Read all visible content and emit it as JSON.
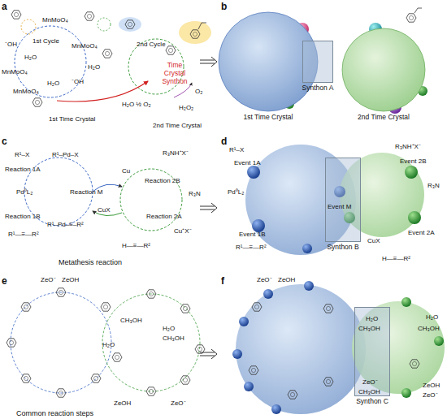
{
  "diagram": {
    "nodes": [
      {
        "text": [
          "1st Time Crystal"
        ]
      },
      {
        "text": [
          "2nd Time Crystal"
        ]
      },
      {
        "text": [
          "Synthon A"
        ]
      },
      {
        "text": [
          "Synthon B"
        ]
      },
      {
        "text": [
          "Synthon C"
        ]
      }
    ],
    "labels": [
      "a",
      "MnMoO₄",
      "1st Cycle",
      "MnMoO₄",
      "⁻OH",
      "H₂O",
      "MnMoO₄",
      "MnMoO₄",
      "H₂O",
      "⁻OH",
      "H₂O",
      "2nd Cycle",
      "Time Crystal Synthon",
      "1st Time Crystal",
      "H₂O ½ O₂",
      "O₂",
      "H₂O₂",
      "2nd Time Crystal",
      "b",
      "c",
      "R¹–X",
      "R¹–Pd–X",
      "Reaction 1A",
      "Pd⁰L₂",
      "Reaction 1B",
      "R¹—≡—R²",
      "Reaction M",
      "R¹–Pd–≡–R²",
      "Cu",
      "R₃NH⁺X⁻",
      "Reaction 2B",
      "R₃N",
      "CuX",
      "Reaction 2A",
      "Cu⁺X⁻",
      "H—≡—R²",
      "Metathesis reaction",
      "d",
      "R¹–X",
      "Event 1A",
      "Pd⁰L₂",
      "Event 1B",
      "R¹—≡—R²",
      "Event M",
      "R₃NH⁺X⁻",
      "Event 2B",
      "R₃N",
      "Event 2A",
      "CuX",
      "H—≡—R²",
      "e",
      "ZeO⁻",
      "ZeOH",
      "CH₃OH",
      "H₂O",
      "H₂O",
      "CH₃OH",
      "ZeOH",
      "ZeO⁻",
      "Common reaction steps",
      "f",
      "ZeO⁻",
      "ZeOH",
      "H₂O",
      "CH₃OH",
      "ZeO⁻",
      "CH₃OH",
      "H₂O",
      "CH₃OH",
      "ZeOH",
      "ZeO⁻"
    ]
  }
}
